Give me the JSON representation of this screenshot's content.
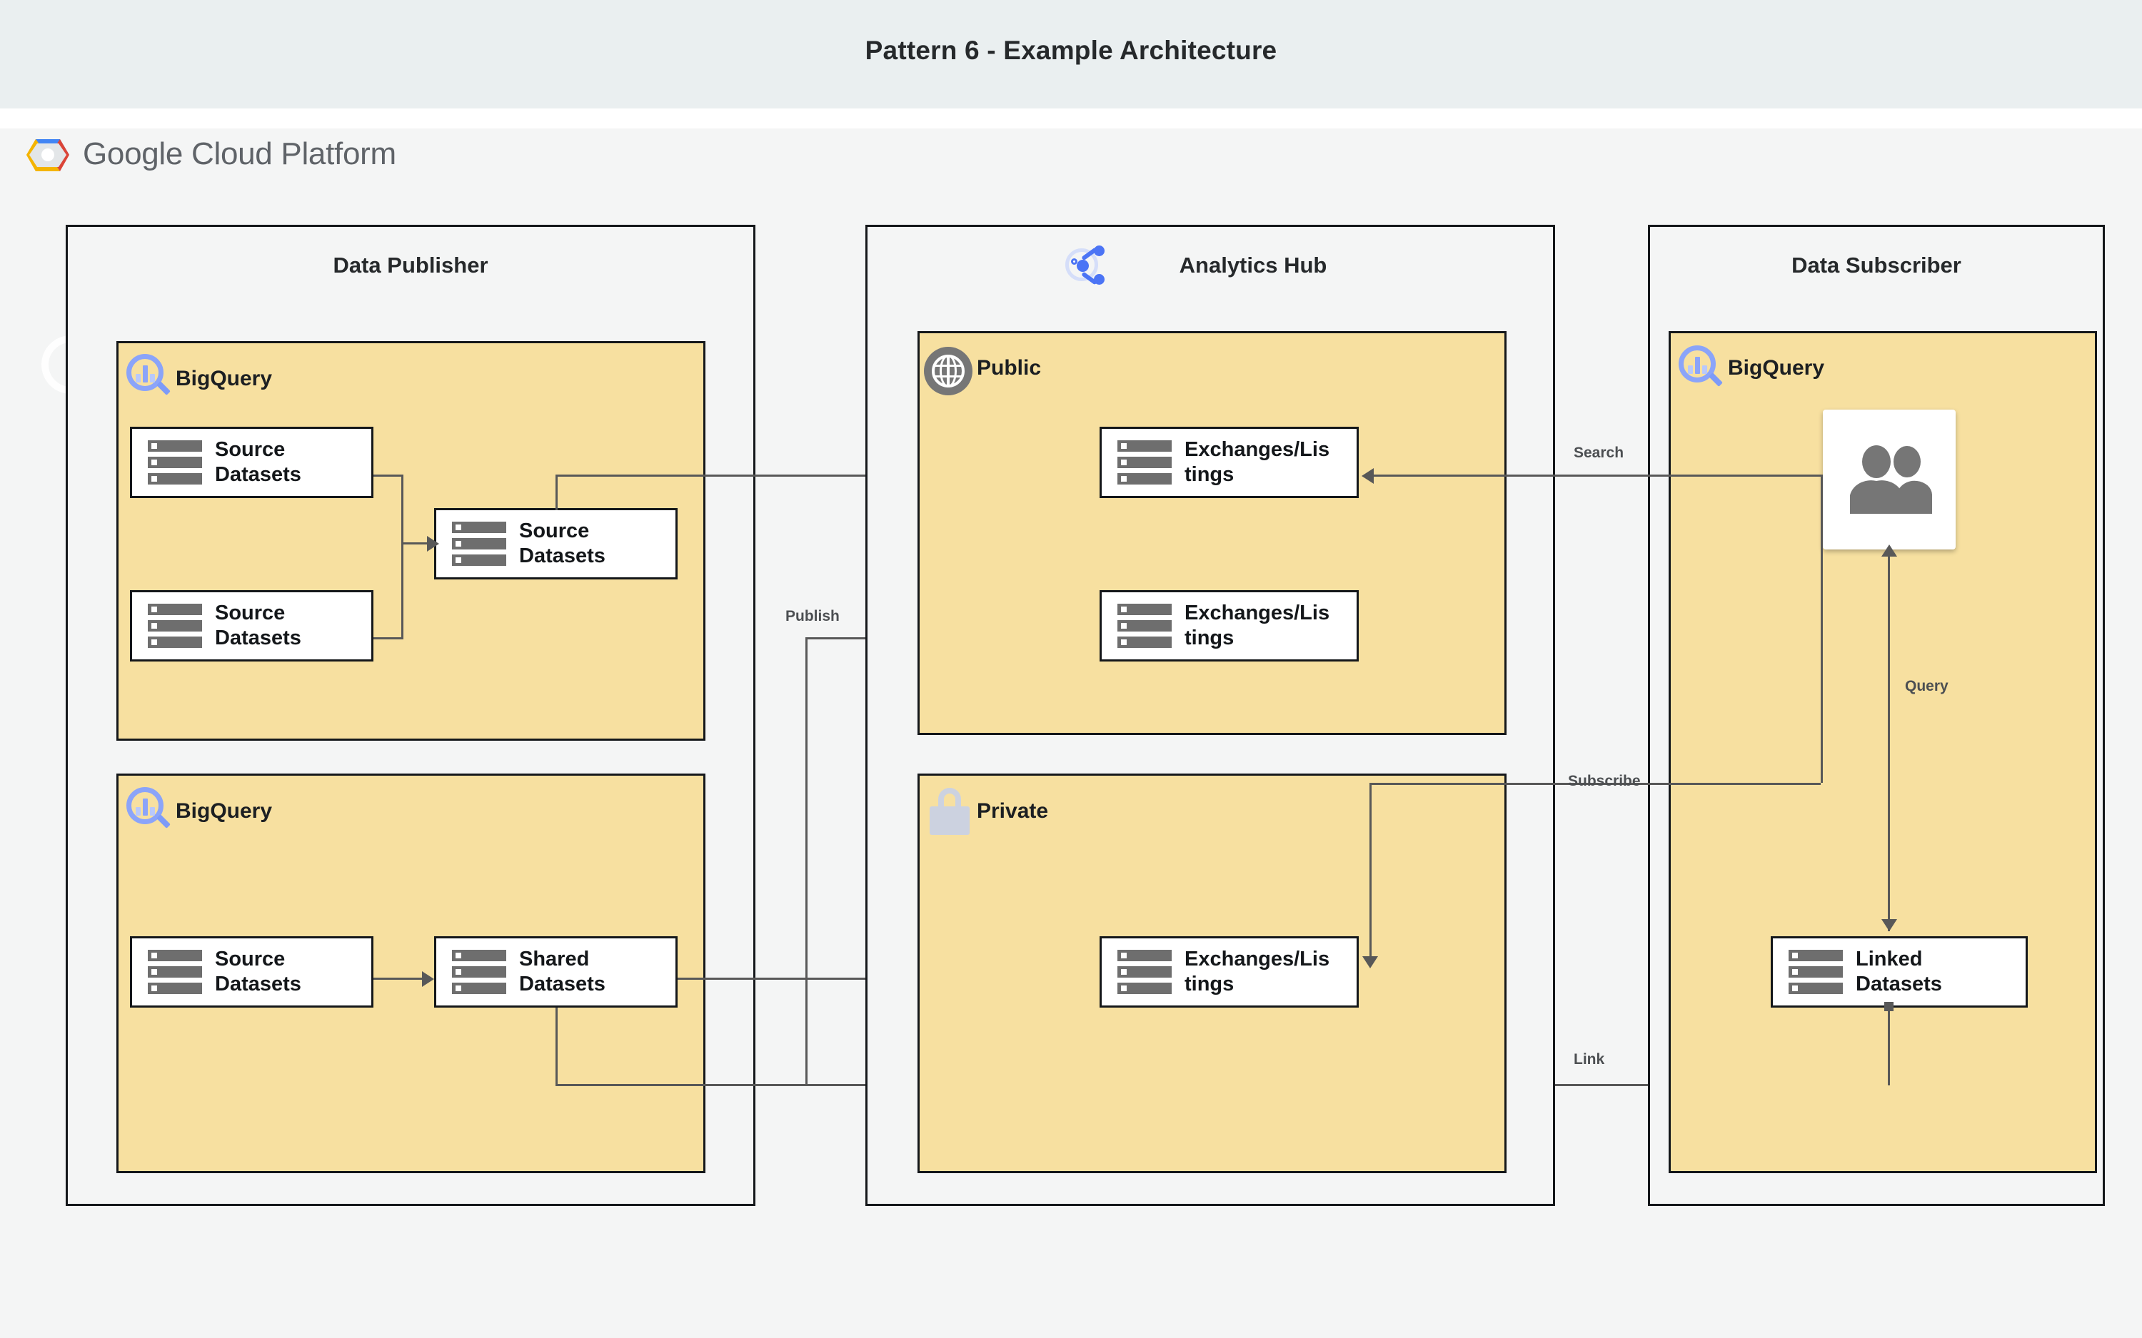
{
  "header": {
    "title": "Pattern 6 - Example Architecture",
    "brand": {
      "google": "Google",
      "cloud_platform": " Cloud Platform",
      "logo_icon": "gcp-hexagon-logo"
    }
  },
  "zones": [
    {
      "id": "publisher",
      "title": "Data Publisher"
    },
    {
      "id": "hub",
      "title": "Analytics Hub",
      "icon": "share-network-icon"
    },
    {
      "id": "subscriber",
      "title": "Data Subscriber"
    }
  ],
  "groups": [
    {
      "id": "pub-bq-top",
      "label": "BigQuery",
      "icon": "bigquery-icon"
    },
    {
      "id": "pub-bq-bot",
      "label": "BigQuery",
      "icon": "bigquery-icon"
    },
    {
      "id": "hub-public",
      "label": "Public",
      "icon": "globe-icon"
    },
    {
      "id": "hub-private",
      "label": "Private",
      "icon": "lock-icon"
    },
    {
      "id": "sub-bq",
      "label": "BigQuery",
      "icon": "bigquery-icon"
    }
  ],
  "nodes": [
    {
      "id": "src-1",
      "line1": "Source",
      "line2": "Datasets",
      "icon": "dataset-rack-icon"
    },
    {
      "id": "src-2",
      "line1": "Source",
      "line2": "Datasets",
      "icon": "dataset-rack-icon"
    },
    {
      "id": "src-merged",
      "line1": "Source",
      "line2": "Datasets",
      "icon": "dataset-rack-icon"
    },
    {
      "id": "src-3",
      "line1": "Source",
      "line2": "Datasets",
      "icon": "dataset-rack-icon"
    },
    {
      "id": "shared",
      "line1": "Shared",
      "line2": "Datasets",
      "icon": "dataset-rack-icon"
    },
    {
      "id": "ex-pub-1",
      "line1": "Exchanges/Lis",
      "line2": "tings",
      "icon": "dataset-rack-icon"
    },
    {
      "id": "ex-pub-2",
      "line1": "Exchanges/Lis",
      "line2": "tings",
      "icon": "dataset-rack-icon"
    },
    {
      "id": "ex-priv-1",
      "line1": "Exchanges/Lis",
      "line2": "tings",
      "icon": "dataset-rack-icon"
    },
    {
      "id": "linked",
      "line1": "Linked",
      "line2": "Datasets",
      "icon": "dataset-rack-icon"
    },
    {
      "id": "users",
      "icon": "users-group-icon"
    }
  ],
  "edges": [
    {
      "id": "publish",
      "label": "Publish"
    },
    {
      "id": "search",
      "label": "Search"
    },
    {
      "id": "subscribe",
      "label": "Subscribe"
    },
    {
      "id": "query",
      "label": "Query"
    },
    {
      "id": "link",
      "label": "Link"
    }
  ],
  "colors": {
    "group_fill": "#f7e0a0",
    "zone_fill": "#f4f5f5",
    "border": "#14171a",
    "connector": "#585858",
    "title_band": "#eaeff0",
    "bigquery_blue": "#8ba4f9",
    "hub_blue": "#4b74f5",
    "icon_gray": "#767676",
    "lock_gray": "#ccd2e0"
  }
}
